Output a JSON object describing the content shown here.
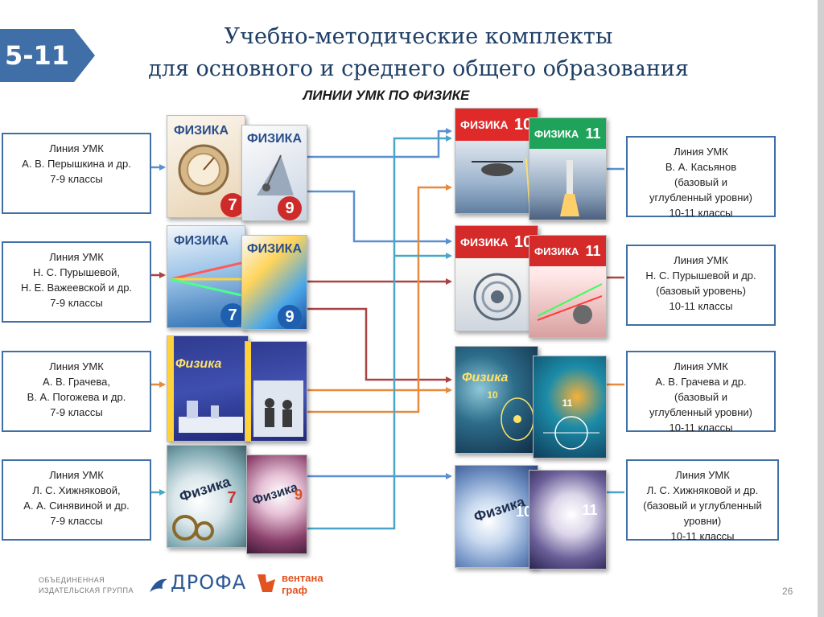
{
  "badge": "5-11",
  "title": {
    "line1": "Учебно-методические комплекты",
    "line2": "для основного и среднего общего образования"
  },
  "subtitle": "ЛИНИИ УМК ПО ФИЗИКЕ",
  "left_boxes": [
    {
      "lines": [
        "Линия УМК",
        "А. В. Перышкина и др.",
        "7-9 классы"
      ]
    },
    {
      "lines": [
        "Линия УМК",
        "Н. С. Пурышевой,",
        "Н. Е. Важеевской и др.",
        "7-9 классы"
      ]
    },
    {
      "lines": [
        "Линия УМК",
        "А. В. Грачева,",
        "В. А. Погожева и др.",
        "7-9 классы"
      ]
    },
    {
      "lines": [
        "Линия УМК",
        "Л. С. Хижняковой,",
        "А. А. Синявиной и др.",
        "7-9 классы"
      ]
    }
  ],
  "right_boxes": [
    {
      "lines": [
        "Линия УМК",
        "В. А. Касьянов",
        "(базовый и",
        "углубленный уровни)",
        "10-11 классы"
      ]
    },
    {
      "lines": [
        "Линия УМК",
        "Н. С. Пурышевой и др.",
        "(базовый уровень)",
        "10-11 классы"
      ]
    },
    {
      "lines": [
        "Линия УМК",
        "А. В. Грачева и др.",
        "(базовый и",
        "углубленный уровни)",
        "10-11 классы"
      ]
    },
    {
      "lines": [
        "Линия УМК",
        "Л. С. Хижняковой и др.",
        "(базовый и углубленный",
        "уровни)",
        "10-11 классы"
      ]
    }
  ],
  "covers": {
    "title_caps": "ФИЗИКА",
    "title_mixed": "Физика",
    "g7": "7",
    "g9": "9",
    "g10": "10",
    "g11": "11"
  },
  "footer": {
    "group_line1": "ОБЪЕДИНЕННАЯ",
    "group_line2": "ИЗДАТЕЛЬСКАЯ ГРУППА",
    "drofa": "ДРОФА",
    "ventana_line1": "вентана",
    "ventana_line2": "граф"
  },
  "page_number": "26",
  "colors": {
    "title": "#1e3f66",
    "badge": "#3f6fa6",
    "box_border": "#3f6fa6",
    "arrow_blue": "#5b8fd1",
    "arrow_teal": "#4aa6c8",
    "arrow_red": "#a94442",
    "arrow_orange": "#e88a3c"
  }
}
